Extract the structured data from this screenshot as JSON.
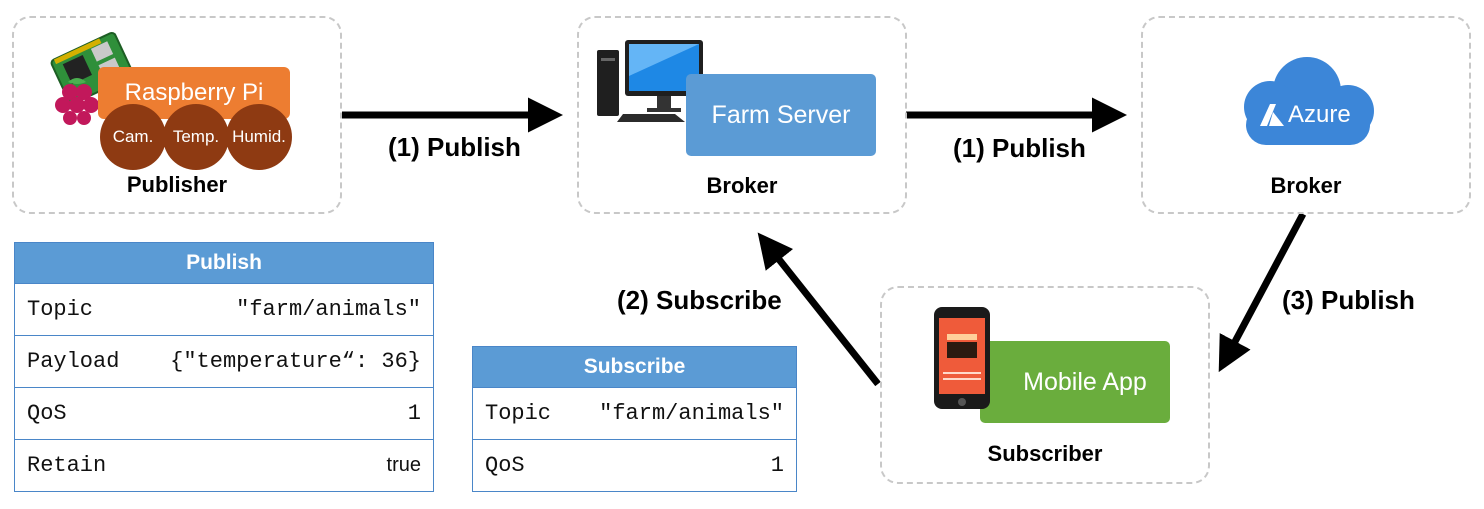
{
  "nodes": {
    "publisher": {
      "role": "Publisher",
      "device": "Raspberry Pi",
      "sensors": [
        "Cam.",
        "Temp.",
        "Humid."
      ],
      "device_color": "#ed7d31",
      "sensor_color": "#8e3a12"
    },
    "farm_broker": {
      "role": "Broker",
      "server": "Farm Server",
      "server_color": "#5b9bd5"
    },
    "cloud_broker": {
      "role": "Broker",
      "cloud": "Azure",
      "cloud_color": "#3c86d8"
    },
    "subscriber": {
      "role": "Subscriber",
      "app": "Mobile App",
      "app_color": "#6aad3d"
    }
  },
  "arrows": {
    "publish_1a": "(1) Publish",
    "publish_1b": "(1) Publish",
    "subscribe_2": "(2) Subscribe",
    "publish_3": "(3) Publish"
  },
  "publish_table": {
    "title": "Publish",
    "rows": [
      {
        "key": "Topic",
        "value": "\"farm/animals\""
      },
      {
        "key": "Payload",
        "value": "{\"temperature“: 36}"
      },
      {
        "key": "QoS",
        "value": "1"
      },
      {
        "key": "Retain",
        "value": "true"
      }
    ]
  },
  "subscribe_table": {
    "title": "Subscribe",
    "rows": [
      {
        "key": "Topic",
        "value": "\"farm/animals\""
      },
      {
        "key": "QoS",
        "value": "1"
      }
    ]
  },
  "colors": {
    "table_header": "#5b9bd5",
    "node_border": "#c8c8c8",
    "arrow": "#000000"
  }
}
